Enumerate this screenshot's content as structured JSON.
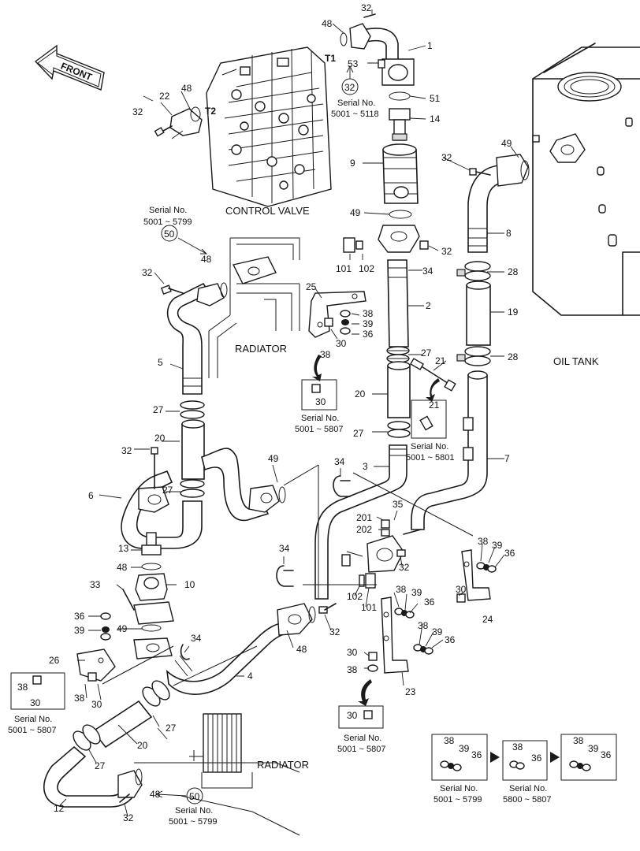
{
  "labels": {
    "front": "FRONT",
    "control_valve": "CONTROL VALVE",
    "radiator_upper": "RADIATOR",
    "radiator_lower": "RADIATOR",
    "oil_tank": "OIL TANK",
    "t1": "T1",
    "t2": "T2"
  },
  "serial_notes": {
    "s5001_5118": {
      "title": "Serial No.",
      "range": "5001 ~ 5118"
    },
    "s5001_5799_top": {
      "title": "Serial No.",
      "range": "5001 ~ 5799"
    },
    "s5001_5807_30": {
      "title": "Serial No.",
      "range": "5001 ~ 5807"
    },
    "s5001_5801_21": {
      "title": "Serial No.",
      "range": "5001 ~ 5801"
    },
    "s5001_5807_left": {
      "title": "Serial No.",
      "range": "5001 ~ 5807"
    },
    "s5001_5807_mid": {
      "title": "Serial No.",
      "range": "5001 ~ 5807"
    },
    "s5001_5799_bottom": {
      "title": "Serial No.",
      "range": "5001 ~ 5799"
    },
    "legend_a": {
      "title": "Serial No.",
      "range": "5001 ~ 5799"
    },
    "legend_b": {
      "title": "Serial No.",
      "range": "5800 ~ 5807"
    }
  },
  "circled": {
    "c32": "32",
    "c50_top": "50",
    "c50_bottom": "50"
  },
  "parts": {
    "p32_a": "32",
    "p48_a": "48",
    "p1": "1",
    "p53": "53",
    "p51": "51",
    "p14": "14",
    "p9": "9",
    "p49_a": "49",
    "p32_b": "32",
    "p101_a": "101",
    "p102_a": "102",
    "p34_a": "34",
    "p2": "2",
    "p25": "25",
    "p38_a": "38",
    "p39_a": "39",
    "p36_a": "36",
    "p30_a": "30",
    "p38_b": "38",
    "p27_a": "27",
    "p20_a": "20",
    "p27_b": "27",
    "p21": "21",
    "p3": "3",
    "p32_c": "32",
    "p49_b": "49",
    "p8": "8",
    "p28_a": "28",
    "p19": "19",
    "p28_b": "28",
    "p7": "7",
    "p22": "22",
    "p48_b": "48",
    "p32_d": "32",
    "p48_c": "48",
    "p32_e": "32",
    "p5": "5",
    "p27_c": "27",
    "p20_b": "20",
    "p32_f": "32",
    "p6": "6",
    "p27_d": "27",
    "p49_c": "49",
    "p13": "13",
    "p48_d": "48",
    "p33": "33",
    "p10": "10",
    "p36_b": "36",
    "p39_b": "39",
    "p49_d": "49",
    "p26": "26",
    "p38_c": "38",
    "p30_b": "30",
    "p34_b": "34",
    "p4": "4",
    "p34_c": "34",
    "p34_d": "34",
    "p35": "35",
    "p201": "201",
    "p202": "202",
    "p32_g": "32",
    "p102_b": "102",
    "p101_b": "101",
    "p38_d": "38",
    "p39_c": "39",
    "p36_c": "36",
    "p30_c": "30",
    "p24": "24",
    "p38_e": "38",
    "p39_d": "39",
    "p36_d": "36",
    "p38_f": "38",
    "p39_e": "39",
    "p36_e": "36",
    "p30_d": "30",
    "p38_g": "38",
    "p23": "23",
    "p48_e": "48",
    "p32_h": "32",
    "p27_e": "27",
    "p27_f": "27",
    "p20_c": "20",
    "p12": "12",
    "p48_f": "48",
    "p32_i": "32",
    "box30_a": "30",
    "box21": "21",
    "box30_b": "30",
    "box30_c": "30",
    "box38_left": "38",
    "box30_left": "30",
    "lg_a38": "38",
    "lg_a39": "39",
    "lg_a36": "36",
    "lg_b38": "38",
    "lg_b36": "36",
    "lg_c38": "38",
    "lg_c39": "39",
    "lg_c36": "36"
  }
}
